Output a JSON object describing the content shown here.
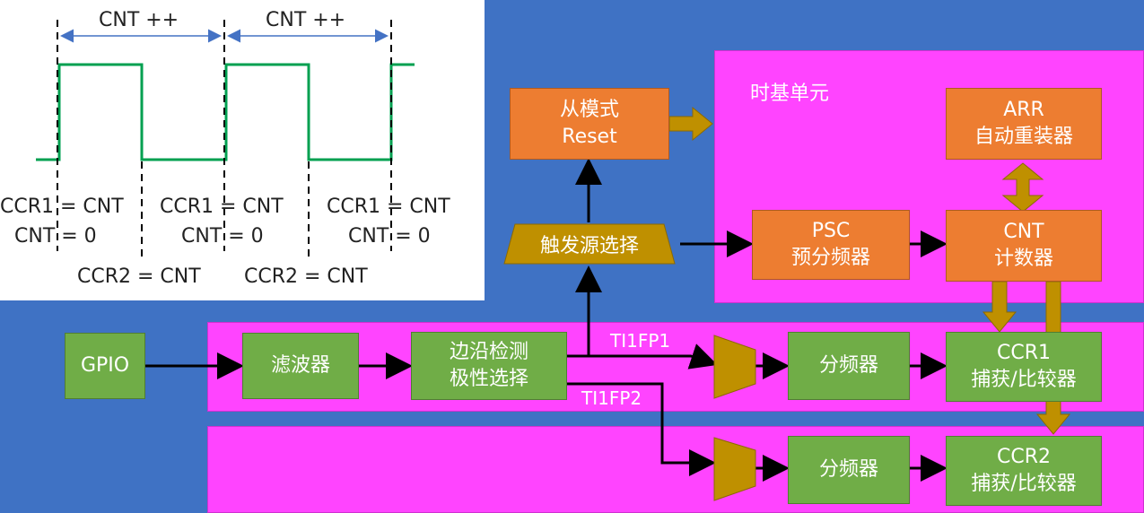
{
  "waveform": {
    "cnt_top_1": "CNT ++",
    "cnt_top_2": "CNT ++",
    "ccr1_a": "CCR1 = CNT",
    "cnt0_a": "CNT = 0",
    "ccr1_b": "CCR1 = CNT",
    "cnt0_b": "CNT = 0",
    "ccr1_c": "CCR1 = CNT",
    "cnt0_c": "CNT = 0",
    "ccr2_a": "CCR2 = CNT",
    "ccr2_b": "CCR2 = CNT"
  },
  "blocks": {
    "gpio": "GPIO",
    "filter": "滤波器",
    "edge_line1": "边沿检测",
    "edge_line2": "极性选择",
    "slave_line1": "从模式",
    "slave_line2": "Reset",
    "trigger": "触发源选择",
    "time_base_title": "时基单元",
    "arr_line1": "ARR",
    "arr_line2": "自动重装器",
    "psc_line1": "PSC",
    "psc_line2": "预分频器",
    "cnt_line1": "CNT",
    "cnt_line2": "计数器",
    "prescaler1": "分频器",
    "prescaler2": "分频器",
    "ccr1_line1": "CCR1",
    "ccr1_line2": "捕获/比较器",
    "ccr2_line1": "CCR2",
    "ccr2_line2": "捕获/比较器",
    "ti1fp1": "TI1FP1",
    "ti1fp2": "TI1FP2"
  },
  "colors": {
    "background": "#3f72c4",
    "region": "#ff44ff",
    "green_block": "#70ad47",
    "orange_block": "#ed7d31",
    "arrow_gold": "#bf9000",
    "signal": "#00a050"
  }
}
